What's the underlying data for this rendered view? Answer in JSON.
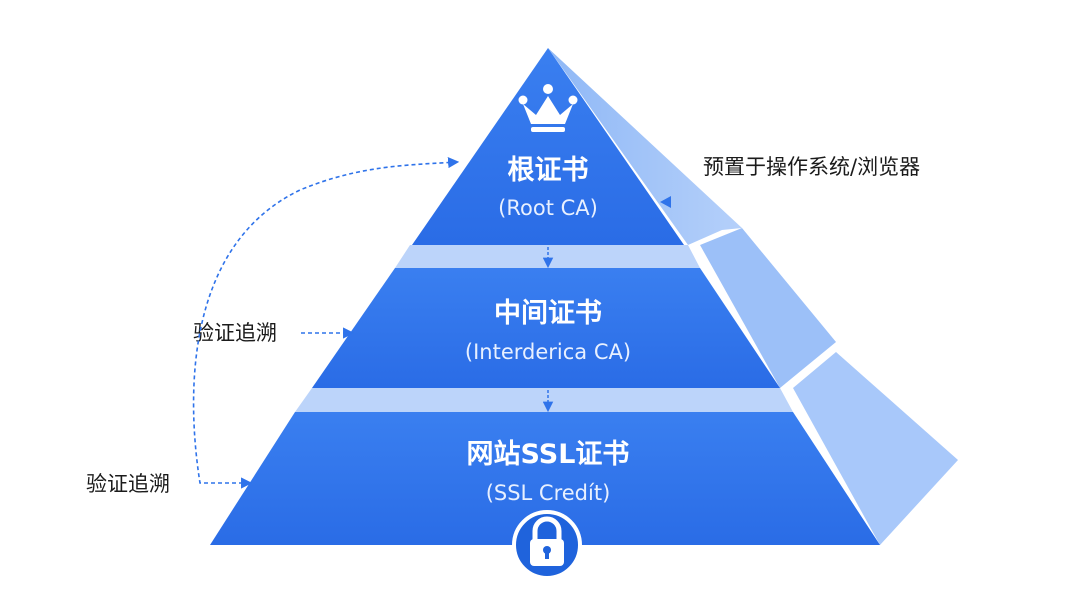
{
  "pyramid": {
    "top": {
      "title": "根证书",
      "subtitle": "(Root CA)",
      "icon": "crown-icon"
    },
    "middle": {
      "title": "中间证书",
      "subtitle": "(Interderica CA)"
    },
    "bottom": {
      "title": "网站SSL证书",
      "subtitle": "(SSL Credít)",
      "icon": "lock-icon"
    }
  },
  "annotations": {
    "preinstalled": "预置于操作系统/浏览器",
    "verify_trace_middle": "验证追溯",
    "verify_trace_bottom": "验证追溯"
  },
  "colors": {
    "front": "#2f73ea",
    "side": "#8fb8f6",
    "side_dark": "#7aa8f2",
    "ledge": "#bcd4fa",
    "arrow": "#2f73ea"
  }
}
